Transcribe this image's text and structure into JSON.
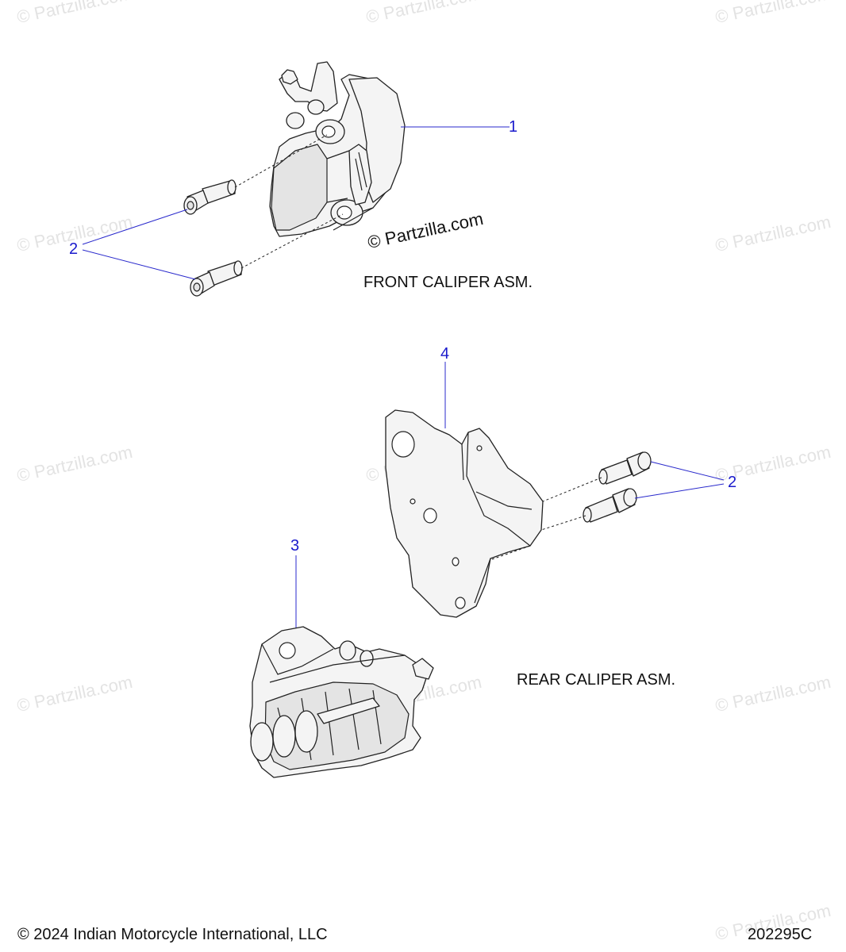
{
  "watermark_text": "© Partzilla.com",
  "center_watermark": "© Partzilla.com",
  "labels": {
    "front_asm": "FRONT CALIPER ASM.",
    "rear_asm": "REAR CALIPER ASM."
  },
  "callouts": {
    "c1": "1",
    "c2_front": "2",
    "c2_rear": "2",
    "c3": "3",
    "c4": "4"
  },
  "footer": {
    "copyright": "© 2024 Indian Motorcycle International, LLC",
    "diagram_id": "202295C"
  },
  "colors": {
    "callout": "#1a1acc",
    "part_stroke": "#222222",
    "part_fill": "#f4f4f4",
    "watermark": "#e3e3e3"
  }
}
